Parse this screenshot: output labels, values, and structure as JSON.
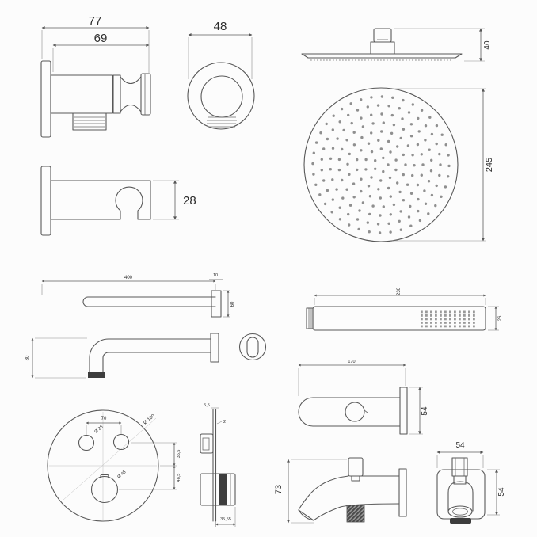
{
  "page": {
    "background": "#fcfcfc",
    "line_color": "#585858",
    "text_color": "#2c2c2c",
    "description": "Technical dimensional drawing of concealed shower set components"
  },
  "components": {
    "wall_outlet_holder_side": {
      "dim_overall_width": "77",
      "dim_body_width": "69"
    },
    "wall_outlet_front": {
      "dim_diameter": "48"
    },
    "overhead_shower_side": {
      "dim_height": "40"
    },
    "overhead_shower_front": {
      "dim_diameter": "245"
    },
    "wall_bracket_side": {
      "dim_height": "28"
    },
    "shower_arm_top": {
      "dim_length": "400",
      "dim_flange_depth": "10",
      "dim_flange_diameter": "60"
    },
    "shower_arm_side": {
      "dim_drop": "80"
    },
    "hand_shower": {
      "dim_length": "230",
      "dim_diameter": "26"
    },
    "spout_top": {
      "dim_length": "170",
      "dim_flange_height": "54"
    },
    "thermostat_trim_front": {
      "dim_knob_pitch": "70",
      "dim_small_knob": "Ø 28",
      "dim_plate": "Ø 180",
      "dim_large_knob": "Ø 45",
      "dim_offset_upper": "36,5",
      "dim_offset_lower": "48,5"
    },
    "thermostat_trim_side": {
      "dim_plate_thickness": "5,5",
      "dim_wall_gap": "2",
      "dim_depth": "35,55"
    },
    "spout_side": {
      "dim_height": "73"
    },
    "hand_shower_outlet": {
      "dim_width": "54",
      "dim_height": "54"
    }
  }
}
